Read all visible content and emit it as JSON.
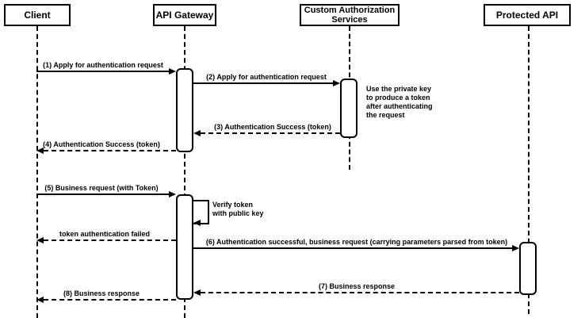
{
  "actors": {
    "client": "Client",
    "gateway": "API Gateway",
    "authz": "Custom Authorization Services",
    "papi": "Protected API"
  },
  "messages": {
    "m1": "(1) Apply for authentication request",
    "m2": "(2) Apply for authentication request",
    "m3": "(3) Authentication Success (token)",
    "m4": "(4) Authentication Success (token)",
    "m5": "(5) Business request (with Token)",
    "self": "Verify token with public key",
    "fail": "token authentication failed",
    "m6": "(6) Authentication successful, business request (carrying parameters parsed from token)",
    "m7": "(7) Business response",
    "m8": "(8) Business response"
  },
  "note": "Use the private key to produce a token after authenticating the request",
  "colors": {
    "stroke": "#000000",
    "fill": "#ffffff"
  }
}
